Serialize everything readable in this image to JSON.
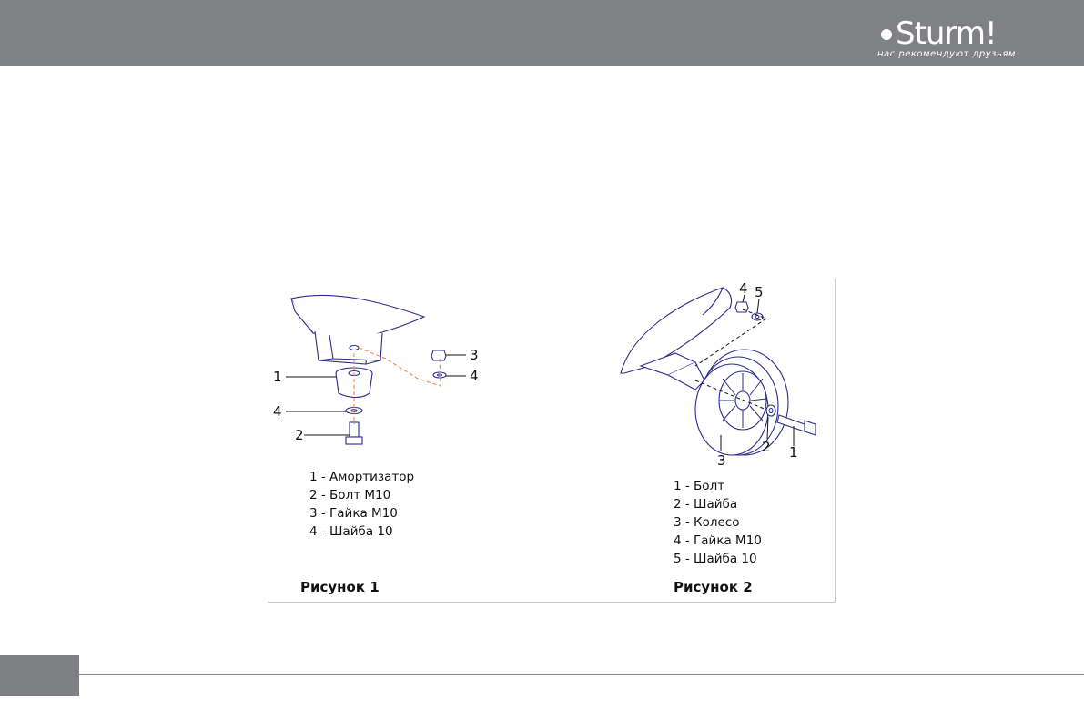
{
  "header": {
    "brand": "Sturm!",
    "slogan": "нас рекомендуют друзьям"
  },
  "figure1": {
    "callouts": [
      "1",
      "4",
      "2",
      "3",
      "4"
    ],
    "legend": [
      "1 - Амортизатор",
      "2 - Болт М10",
      "3 - Гайка М10",
      "4 - Шайба 10"
    ],
    "caption": "Рисунок 1"
  },
  "figure2": {
    "callouts": [
      "4",
      "5",
      "3",
      "2",
      "1"
    ],
    "legend": [
      "1 - Болт",
      "2 - Шайба",
      "3 - Колесо",
      "4 - Гайка М10",
      "5 - Шайба 10"
    ],
    "caption": "Рисунок 2"
  },
  "colors": {
    "header_bg": "#808184",
    "footer_tab": "#7f8083",
    "assembly_line": "#e8823a",
    "part_outline": "#2c2c8c"
  }
}
